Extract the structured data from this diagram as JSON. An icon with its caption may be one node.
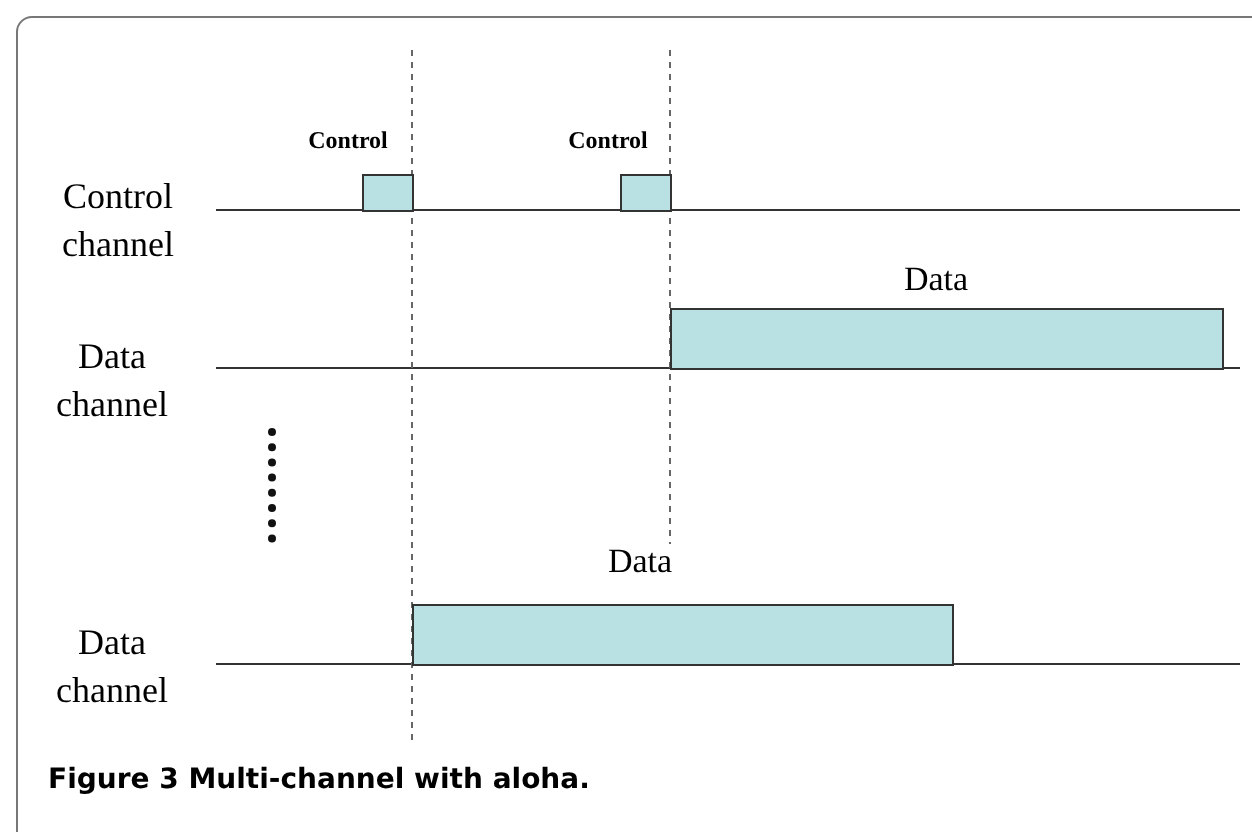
{
  "diagram": {
    "caption": "Figure 3 Multi-channel with aloha.",
    "nodes": [
      {
        "text": [
          "Control"
        ]
      },
      {
        "text": [
          "Control"
        ]
      },
      {
        "text": [
          "Data"
        ]
      },
      {
        "text": [
          "Data"
        ]
      }
    ],
    "labels": [
      "Control channel",
      "Data channel",
      "Data channel"
    ]
  }
}
